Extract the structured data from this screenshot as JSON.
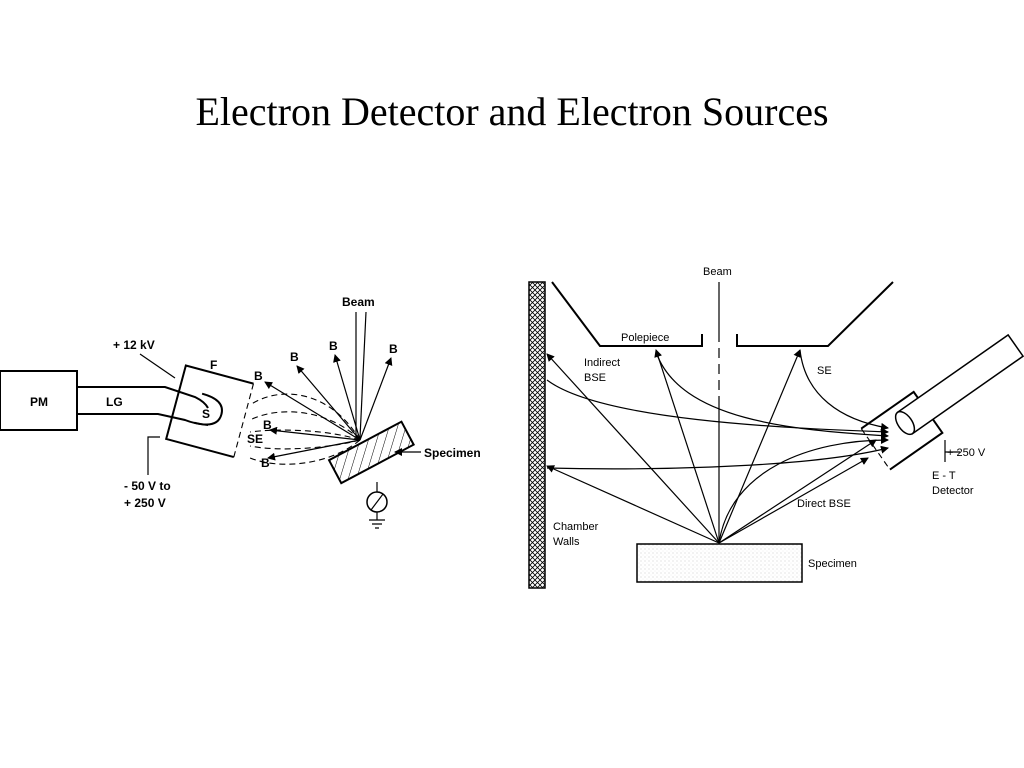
{
  "title": "Electron Detector and Electron Sources",
  "left_diagram": {
    "pm": "PM",
    "lg": "LG",
    "voltage_top": "+ 12 kV",
    "f": "F",
    "s": "S",
    "voltage_bottom_1": "- 50 V to",
    "voltage_bottom_2": "+ 250 V",
    "beam": "Beam",
    "b1": "B",
    "b2": "B",
    "b3": "B",
    "b4": "B",
    "b5": "B",
    "b6": "B",
    "se": "SE",
    "specimen": "Specimen"
  },
  "right_diagram": {
    "beam": "Beam",
    "polepiece": "Polepiece",
    "indirect_bse_1": "Indirect",
    "indirect_bse_2": "BSE",
    "se": "SE",
    "voltage": "+ 250 V",
    "et_1": "E - T",
    "et_2": "Detector",
    "direct_bse": "Direct BSE",
    "chamber_1": "Chamber",
    "chamber_2": "Walls",
    "specimen": "Specimen"
  }
}
